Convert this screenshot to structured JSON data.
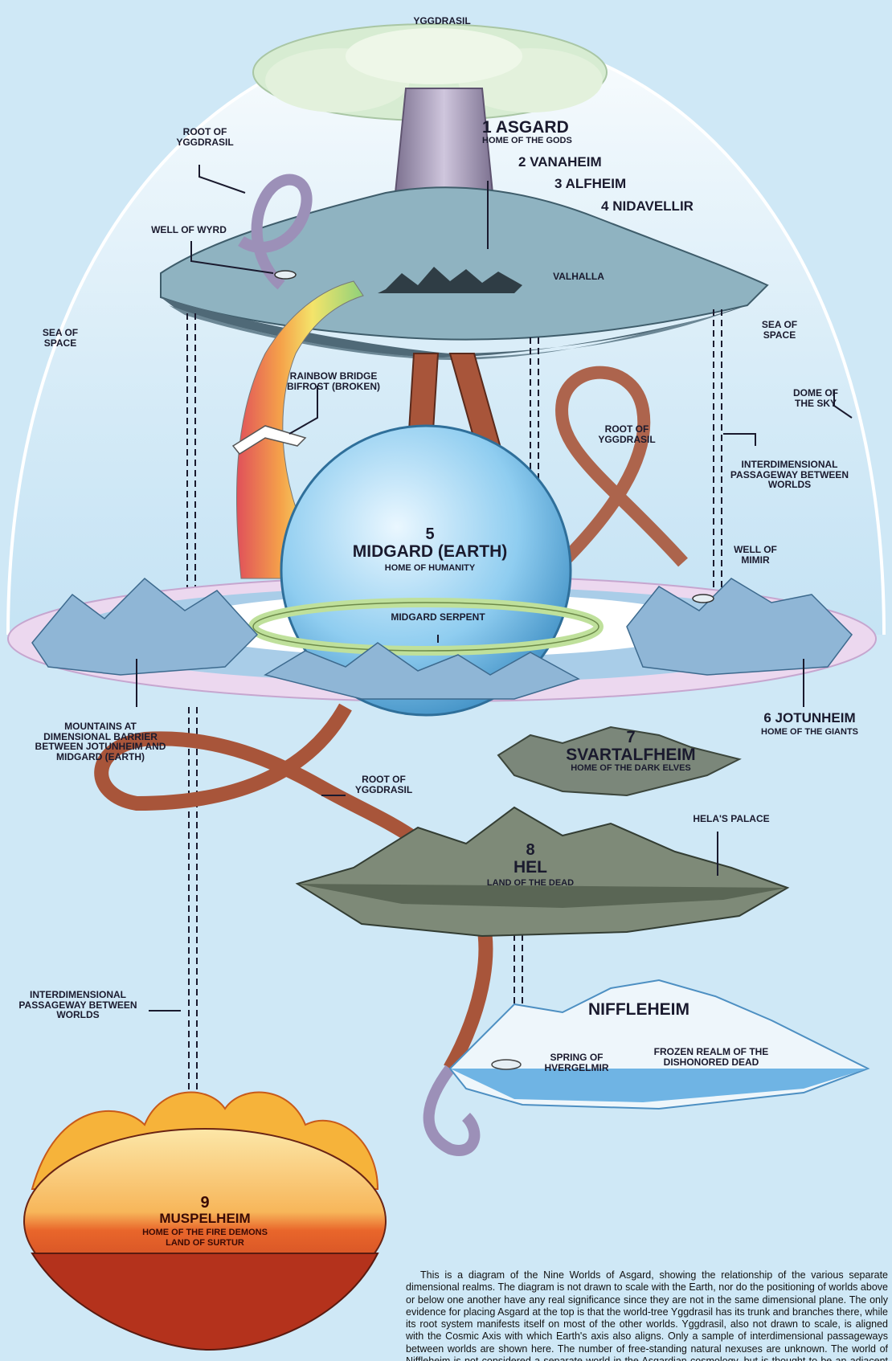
{
  "title": "YGGDRASIL",
  "realms": {
    "asgard": {
      "num": "1",
      "name": "ASGARD",
      "sub": "HOME OF THE GODS"
    },
    "vanaheim": {
      "num": "2",
      "name": "VANAHEIM"
    },
    "alfheim": {
      "num": "3",
      "name": "ALFHEIM"
    },
    "nidavellir": {
      "num": "4",
      "name": "NIDAVELLIR"
    },
    "midgard": {
      "num": "5",
      "name": "MIDGARD (EARTH)",
      "sub": "HOME OF HUMANITY"
    },
    "jotunheim": {
      "num": "6",
      "name": "JOTUNHEIM",
      "sub": "HOME OF THE GIANTS"
    },
    "svartalfheim": {
      "num": "7",
      "name": "SVARTALFHEIM",
      "sub": "HOME OF THE DARK ELVES"
    },
    "hel": {
      "num": "8",
      "name": "HEL",
      "sub": "LAND OF THE DEAD"
    },
    "muspelheim": {
      "num": "9",
      "name": "MUSPELHEIM",
      "sub": "HOME OF THE FIRE DEMONS",
      "sub2": "LAND OF SURTUR"
    },
    "niffleheim": {
      "name": "NIFFLEHEIM"
    }
  },
  "labels": {
    "root1": "ROOT OF YGGDRASIL",
    "root2": "ROOT OF YGGDRASIL",
    "root3": "ROOT OF YGGDRASIL",
    "well_wyrd": "WELL OF WYRD",
    "valhalla": "VALHALLA",
    "sea_left": "SEA OF SPACE",
    "sea_right": "SEA OF SPACE",
    "rainbow": "RAINBOW BRIDGE BIFROST (BROKEN)",
    "dome": "DOME OF THE SKY",
    "passage_right": "INTERDIMENSIONAL PASSAGEWAY BETWEEN WORLDS",
    "passage_left": "INTERDIMENSIONAL PASSAGEWAY BETWEEN WORLDS",
    "well_mimir": "WELL OF MIMIR",
    "serpent": "MIDGARD SERPENT",
    "mountains": "MOUNTAINS AT DIMENSIONAL BARRIER BETWEEN JOTUNHEIM AND MIDGARD (EARTH)",
    "helas_palace": "HELA'S PALACE",
    "spring": "SPRING OF HVERGELMIR",
    "frozen": "FROZEN REALM OF THE DISHONORED DEAD"
  },
  "description": "This is a diagram of the Nine Worlds of Asgard, showing the relationship of the various separate dimensional realms. The diagram is not drawn to scale with the Earth, nor do the positioning of worlds above or below one another have any real significance since they are not in the same dimensional plane. The only evidence for placing Asgard at the top is that the world-tree Yggdrasil has its trunk and branches there, while its root system manifests itself on most of the other worlds. Yggdrasil, also not drawn to scale, is aligned with the Cosmic Axis with which Earth's axis also aligns. Only a sample of interdimensional passageways between worlds are shown here. The number of free-standing natural nexuses are unknown. The world of Niffleheim is not considered a separate world in the Asgardian cosmology, but is thought to be an adjacent realm to Hel.",
  "colors": {
    "sky": "#cfe8f6",
    "earth": "#7fc3ea",
    "fire": "#f08a2a",
    "root": "#a8553a",
    "rock": "#7b877a"
  }
}
